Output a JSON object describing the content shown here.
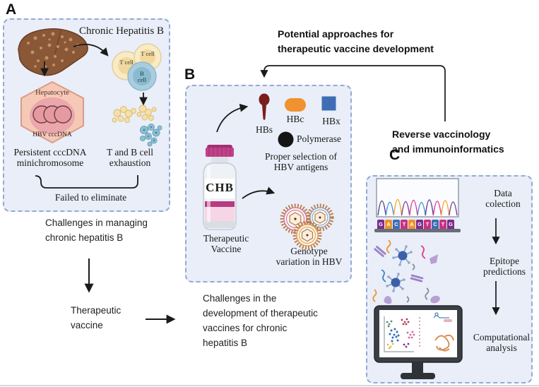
{
  "panel_a": {
    "label": "A",
    "title": "Chronic Hepatitis B",
    "hepatocyte": "Hepatocyte",
    "cccdna": "HBV cccDNA",
    "t_cell": "T cell",
    "b_cell": "B cell",
    "caption_cccdna_lines": [
      "Persistent cccDNA",
      "minichromosome"
    ],
    "caption_exhaustion_lines": [
      "T and B cell",
      "exhaustion"
    ],
    "bracket_label": "Failed to eliminate"
  },
  "panel_b": {
    "label": "B",
    "vial_text": "CHB",
    "vial_caption_lines": [
      "Therapeutic",
      "Vaccine"
    ],
    "antigen_hbs": "HBs",
    "antigen_hbc": "HBc",
    "antigen_hbx": "HBx",
    "antigen_polymerase": "Polymerase",
    "caption_selection_lines": [
      "Proper selection of",
      "HBV antigens"
    ],
    "caption_genotype_lines": [
      "Genotype",
      "variation in HBV"
    ]
  },
  "panel_c": {
    "label": "C",
    "caption_data_lines": [
      "Data",
      "colection"
    ],
    "caption_epitope_lines": [
      "Epitope",
      "predictions"
    ],
    "caption_computational_lines": [
      "Computational",
      "analysis"
    ],
    "sequence": [
      "G",
      "A",
      "C",
      "T",
      "A",
      "G",
      "T",
      "C",
      "T",
      "G"
    ]
  },
  "flow": {
    "challenges_managing_lines": [
      "Challenges in managing",
      "chronic hepatitis B"
    ],
    "therapeutic_vaccine_lines": [
      "Therapeutic",
      "vaccine"
    ],
    "challenges_development_lines": [
      "Challenges in the",
      "development of therapeutic",
      "vaccines for chronic",
      "hepatitis B"
    ],
    "potential_approaches_lines": [
      "Potential approaches for",
      "therapeutic vaccine development"
    ],
    "reverse_vaccinology_lines": [
      "Reverse vaccinology",
      "and immunoinformatics"
    ]
  },
  "colors": {
    "panel_bg": "#e9eef8",
    "panel_border": "#94aad3",
    "vial_magenta": "#c2418a",
    "hbs_red": "#7a1d1d",
    "hbc_orange": "#f0922f",
    "hbx_blue": "#3e6db5",
    "polymerase_black": "#151515",
    "base_g": "#7b2d8e",
    "base_a": "#f0922f",
    "base_c": "#3e6db5",
    "base_t": "#c9317f"
  }
}
